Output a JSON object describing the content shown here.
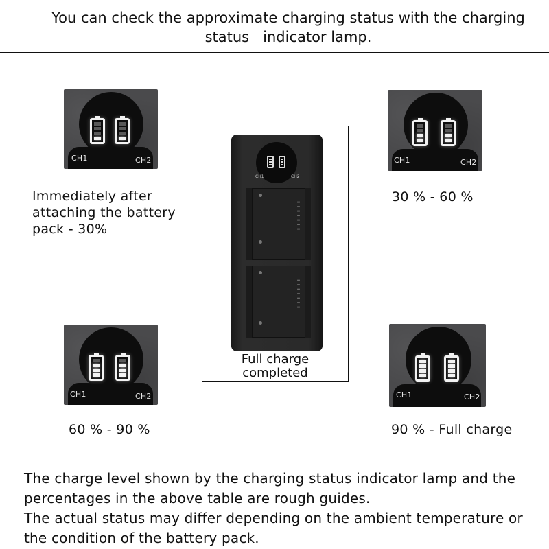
{
  "header": {
    "line1": "You can check the approximate charging status with the charging",
    "line2": "status   indicator lamp."
  },
  "indicators": [
    {
      "id": "initial",
      "ch1_label": "CH1",
      "ch2_label": "CH2",
      "lit_segments": 1,
      "caption_lines": [
        "Immediately after",
        "attaching the battery",
        "pack - 30%"
      ]
    },
    {
      "id": "30-60",
      "ch1_label": "CH1",
      "ch2_label": "CH2",
      "lit_segments": 2,
      "caption_lines": [
        "30 % - 60 %"
      ]
    },
    {
      "id": "60-90",
      "ch1_label": "CH1",
      "ch2_label": "CH2",
      "lit_segments": 3,
      "caption_lines": [
        "60 % - 90 %"
      ]
    },
    {
      "id": "90-full",
      "ch1_label": "CH1",
      "ch2_label": "CH2",
      "lit_segments": 4,
      "caption_lines": [
        "90 % - Full charge"
      ]
    }
  ],
  "center": {
    "ch1_label": "CH1",
    "ch2_label": "CH2",
    "caption_line1": "Full charge",
    "caption_line2": "completed"
  },
  "footer": {
    "line1": "The charge level shown by the charging status indicator lamp and the",
    "line2": "percentages in the above table are rough guides.",
    "line3": "The actual status may differ depending on the ambient temperature or",
    "line4": "the condition of the battery pack."
  },
  "colors": {
    "panel_bg": "#4a4a4c",
    "lamp_on": "#f2f2f2",
    "lamp_off": "#585858",
    "rule": "#111111"
  }
}
